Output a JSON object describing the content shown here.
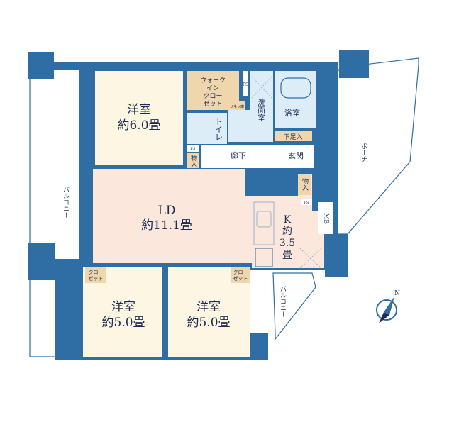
{
  "rooms": {
    "western_room_1": {
      "name": "洋室",
      "size": "約6.0畳"
    },
    "walk_in_closet": {
      "lines": [
        "ウォーク",
        "イン",
        "クロー",
        "ゼット"
      ]
    },
    "toilet": {
      "name": "トイレ"
    },
    "linen": {
      "name": "リネン庫"
    },
    "washroom": {
      "name": "洗面室"
    },
    "bathroom": {
      "name": "浴室"
    },
    "shoe_storage": {
      "name": "下足入"
    },
    "entrance": {
      "name": "玄関"
    },
    "hallway": {
      "name": "廊下"
    },
    "storage_1": {
      "name": "物入"
    },
    "storage_2": {
      "name": "物入"
    },
    "ps_1": "PS",
    "ps_2": "PS",
    "ps_3": "PS",
    "mb": "MB",
    "ld": {
      "name": "LD",
      "size": "約11.1畳"
    },
    "kitchen": {
      "name": "K",
      "size1": "約",
      "size2": "3.5",
      "size3": "畳"
    },
    "western_room_2": {
      "name": "洋室",
      "size": "約5.0畳",
      "closet": [
        "クロー",
        "ゼット"
      ]
    },
    "western_room_3": {
      "name": "洋室",
      "size": "約5.0畳",
      "closet": [
        "クロー",
        "ゼット"
      ]
    },
    "balcony_left": "バルコニー",
    "balcony_right": "バルコニー",
    "porch": "ポーチ"
  },
  "compass": {
    "label": "N"
  },
  "colors": {
    "wall": "#2f6ea5",
    "bedroom": "#fcf6e3",
    "ld": "#fbe7dc",
    "closet": "#efd6ad",
    "wet": "#dcedf8"
  }
}
